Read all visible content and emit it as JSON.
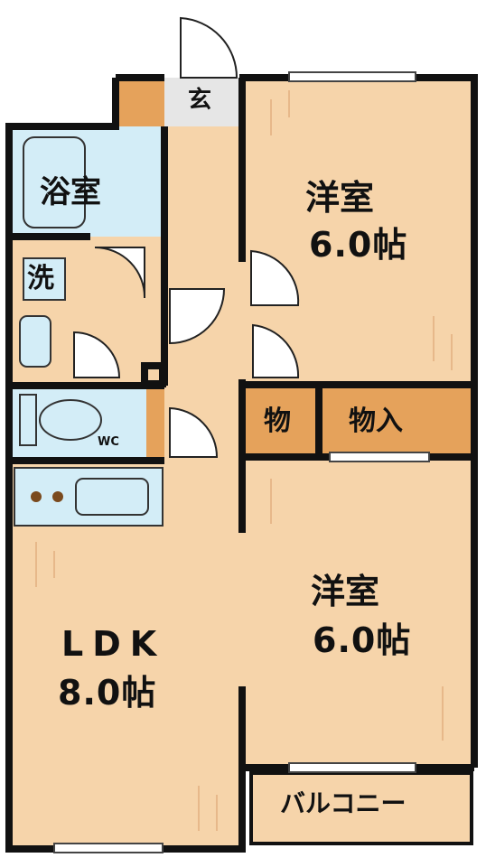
{
  "rooms": {
    "genkan": {
      "label": "玄"
    },
    "bath": {
      "label": "浴室"
    },
    "washroom": {
      "label": "洗"
    },
    "wc": {
      "label": "WC"
    },
    "western1": {
      "label": "洋室",
      "size": "6.0帖"
    },
    "western2": {
      "label": "洋室",
      "size": "6.0帖"
    },
    "storage_small": {
      "label": "物"
    },
    "closet": {
      "label": "物入"
    },
    "ldk": {
      "label": "LDK",
      "size": "8.0帖"
    },
    "balcony": {
      "label": "バルコニー"
    }
  },
  "colors": {
    "floor": "#f6d4aa",
    "bath_fill": "#d3edf7",
    "storage_fill": "#e5a25b",
    "balcony_fill": "#f6d4aa",
    "wall": "#111111",
    "gray_floor": "#d9d9d9"
  }
}
